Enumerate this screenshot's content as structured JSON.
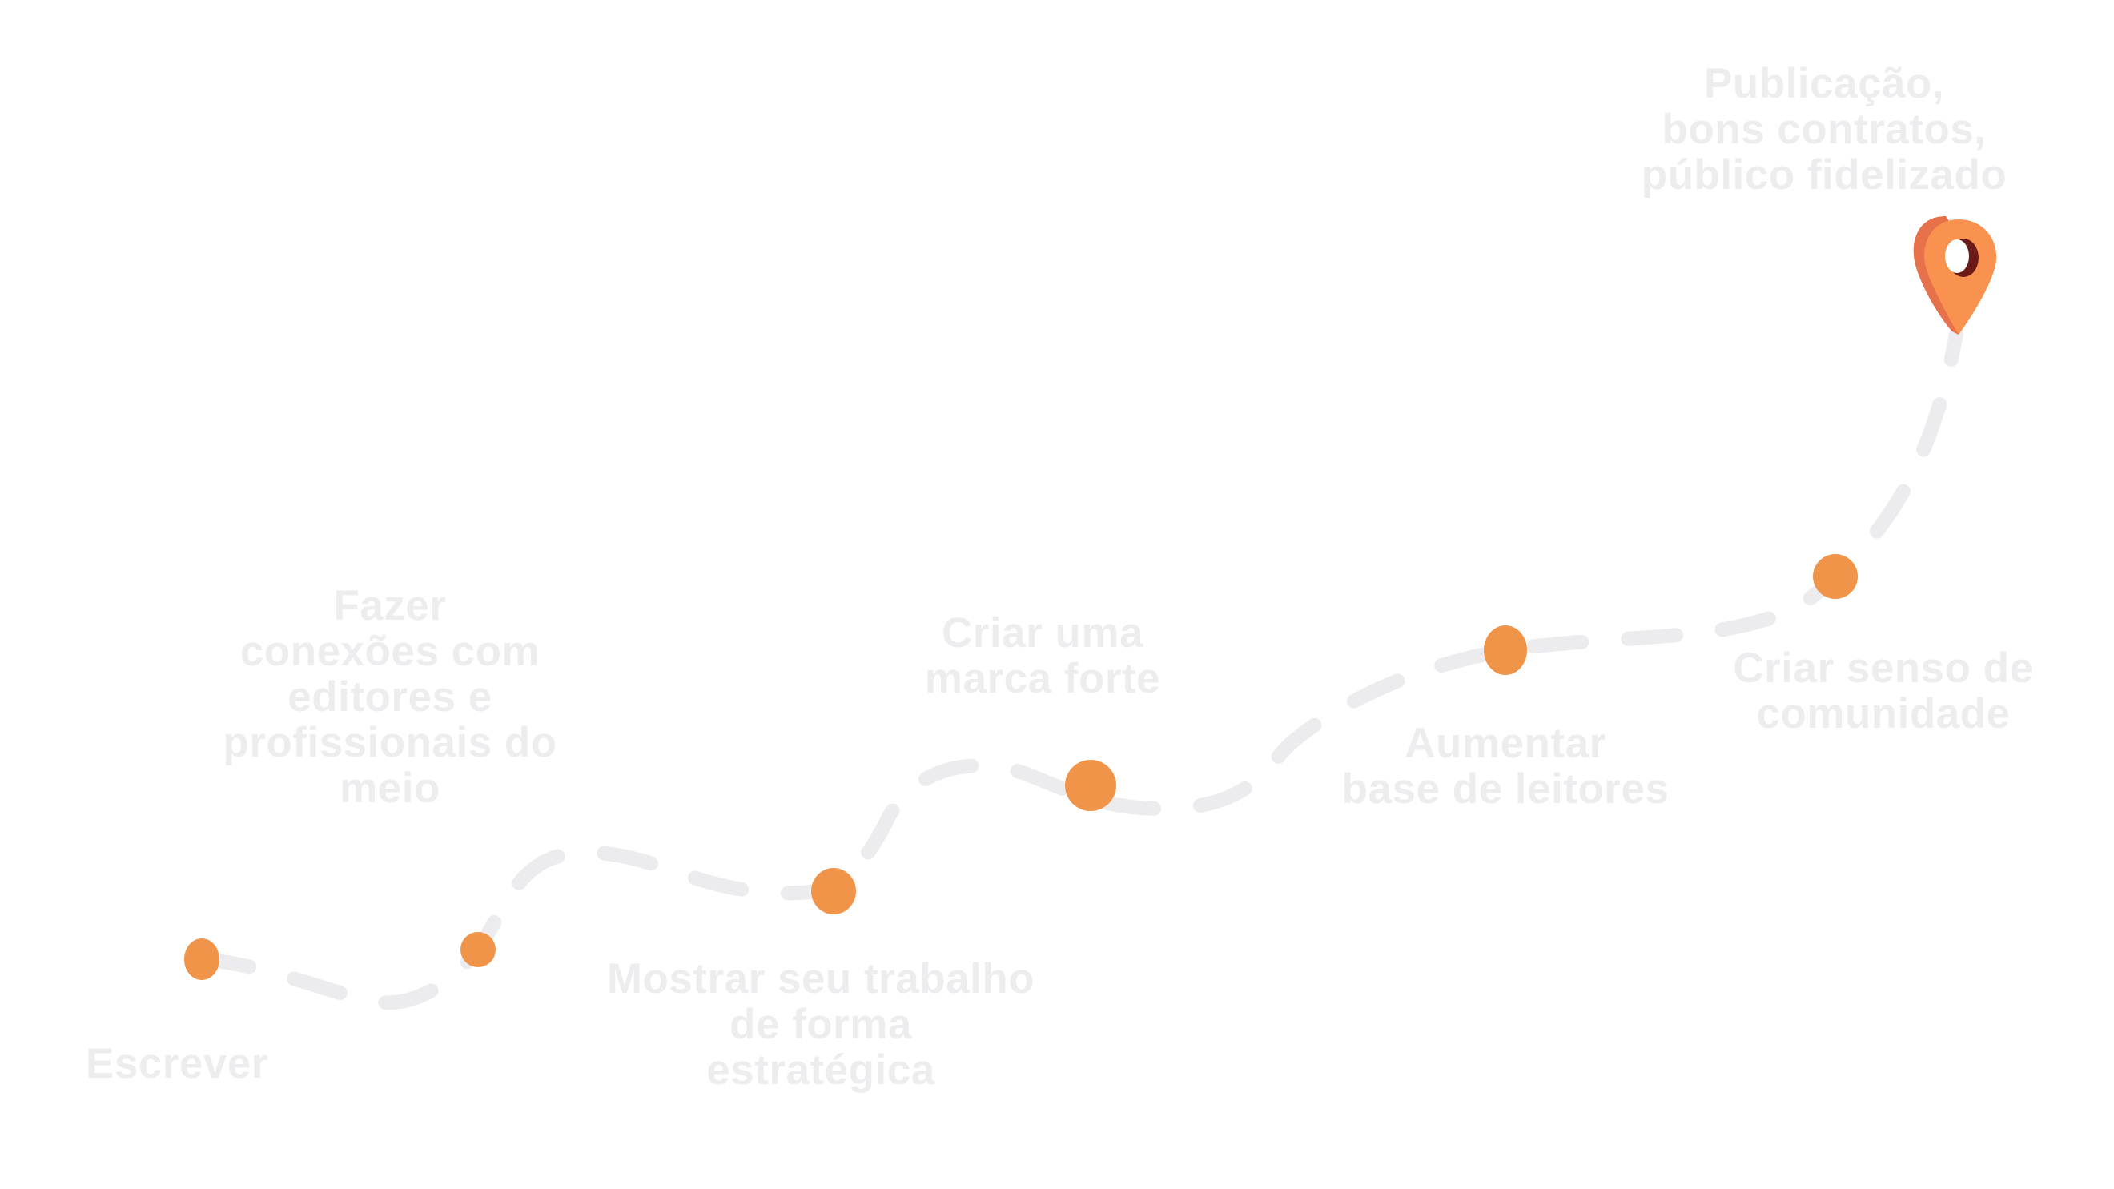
{
  "diagram": {
    "type": "roadmap-path",
    "colors": {
      "path": "#ececee",
      "milestone": "#f0944a",
      "label": "#ededef",
      "pin_front": "#f9924f",
      "pin_side": "#e6714a",
      "pin_hole_shadow": "#6b1a17"
    },
    "milestones": [
      {
        "label_lines": [
          "Escrever"
        ]
      },
      {
        "label_lines": [
          "Fazer",
          "conexões com",
          "editores e",
          "profissionais do",
          "meio"
        ]
      },
      {
        "label_lines": [
          "Mostrar seu trabalho",
          "de forma",
          "estratégica"
        ]
      },
      {
        "label_lines": [
          "Criar uma",
          "marca forte"
        ]
      },
      {
        "label_lines": [
          "Aumentar",
          "base de leitores"
        ]
      },
      {
        "label_lines": [
          "Criar senso de",
          "comunidade"
        ]
      }
    ],
    "goal": {
      "icon": "map-pin-icon",
      "label_lines": [
        "Publicação,",
        "bons contratos,",
        "público fidelizado"
      ]
    }
  }
}
